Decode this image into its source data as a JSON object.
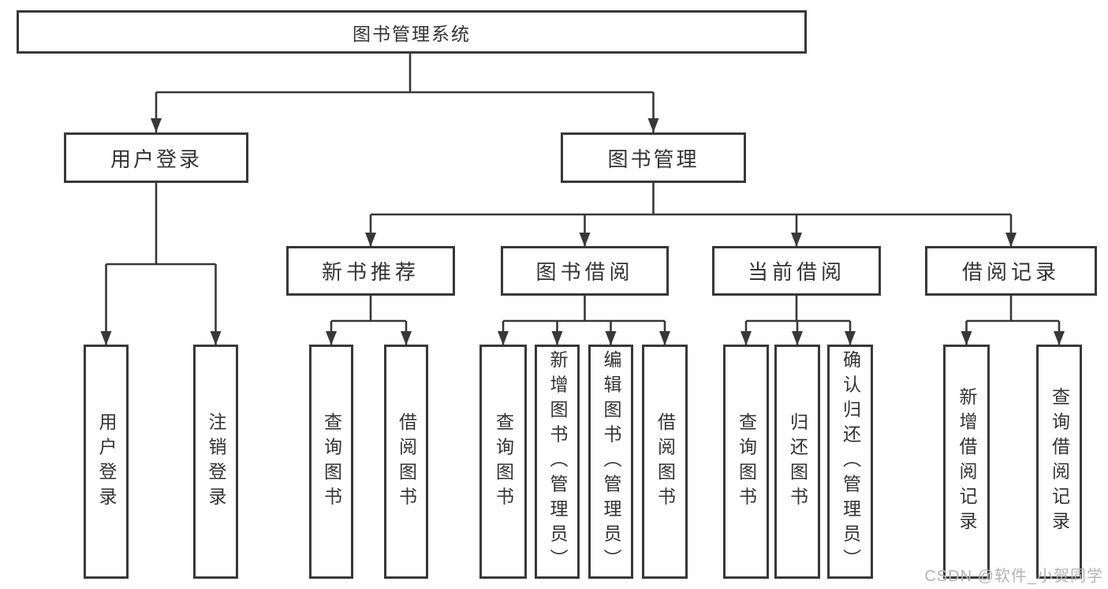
{
  "title": "图书管理系统",
  "watermark": "CSDN @软件_小贺同学",
  "tree": {
    "label": "图书管理系统",
    "children": [
      {
        "label": "用户登录",
        "children": [
          {
            "label": "用户登录"
          },
          {
            "label": "注销登录"
          }
        ]
      },
      {
        "label": "图书管理",
        "children": [
          {
            "label": "新书推荐",
            "children": [
              {
                "label": "查询图书"
              },
              {
                "label": "借阅图书"
              }
            ]
          },
          {
            "label": "图书借阅",
            "children": [
              {
                "label": "查询图书"
              },
              {
                "label": "新增图书（管理员）"
              },
              {
                "label": "编辑图书（管理员）"
              },
              {
                "label": "借阅图书"
              }
            ]
          },
          {
            "label": "当前借阅",
            "children": [
              {
                "label": "查询图书"
              },
              {
                "label": "归还图书"
              },
              {
                "label": "确认归还（管理员）"
              }
            ]
          },
          {
            "label": "借阅记录",
            "children": [
              {
                "label": "新增借阅记录"
              },
              {
                "label": "查询借阅记录"
              }
            ]
          }
        ]
      }
    ]
  },
  "colors": {
    "line": "#383838",
    "box_border": "#383838",
    "text": "#333333",
    "watermark": "#b4b4b4"
  }
}
